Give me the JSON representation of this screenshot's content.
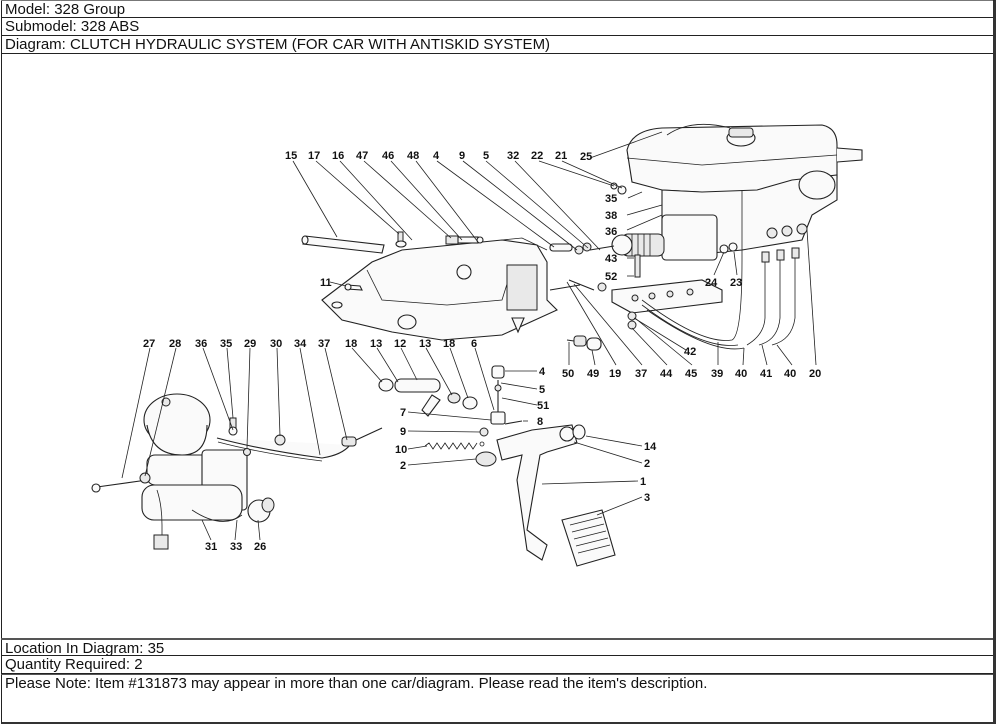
{
  "header": {
    "model": "Model: 328 Group",
    "submodel": "Submodel: 328 ABS",
    "diagram": "Diagram: CLUTCH HYDRAULIC SYSTEM (FOR CAR WITH ANTISKID SYSTEM)"
  },
  "diagram": {
    "title": "CLUTCH HYDRAULIC SYSTEM (FOR CAR WITH ANTISKID SYSTEM)",
    "callouts": [
      {
        "id": "c15a",
        "label": "15"
      },
      {
        "id": "c17",
        "label": "17"
      },
      {
        "id": "c16",
        "label": "16"
      },
      {
        "id": "c47",
        "label": "47"
      },
      {
        "id": "c46",
        "label": "46"
      },
      {
        "id": "c48",
        "label": "48"
      },
      {
        "id": "c4a",
        "label": "4"
      },
      {
        "id": "c9a",
        "label": "9"
      },
      {
        "id": "c5a",
        "label": "5"
      },
      {
        "id": "c32",
        "label": "32"
      },
      {
        "id": "c22",
        "label": "22"
      },
      {
        "id": "c21",
        "label": "21"
      },
      {
        "id": "c25",
        "label": "25"
      },
      {
        "id": "c35a",
        "label": "35"
      },
      {
        "id": "c38",
        "label": "38"
      },
      {
        "id": "c36a",
        "label": "36"
      },
      {
        "id": "c43",
        "label": "43"
      },
      {
        "id": "c52",
        "label": "52"
      },
      {
        "id": "c24",
        "label": "24"
      },
      {
        "id": "c23",
        "label": "23"
      },
      {
        "id": "c11",
        "label": "11"
      },
      {
        "id": "c42",
        "label": "42"
      },
      {
        "id": "c50",
        "label": "50"
      },
      {
        "id": "c49",
        "label": "49"
      },
      {
        "id": "c19",
        "label": "19"
      },
      {
        "id": "c37a",
        "label": "37"
      },
      {
        "id": "c44",
        "label": "44"
      },
      {
        "id": "c45",
        "label": "45"
      },
      {
        "id": "c39",
        "label": "39"
      },
      {
        "id": "c40a",
        "label": "40"
      },
      {
        "id": "c41",
        "label": "41"
      },
      {
        "id": "c40b",
        "label": "40"
      },
      {
        "id": "c20",
        "label": "20"
      },
      {
        "id": "c27",
        "label": "27"
      },
      {
        "id": "c28",
        "label": "28"
      },
      {
        "id": "c36b",
        "label": "36"
      },
      {
        "id": "c35b",
        "label": "35"
      },
      {
        "id": "c29",
        "label": "29"
      },
      {
        "id": "c30",
        "label": "30"
      },
      {
        "id": "c34",
        "label": "34"
      },
      {
        "id": "c37b",
        "label": "37"
      },
      {
        "id": "c18a",
        "label": "18"
      },
      {
        "id": "c13a",
        "label": "13"
      },
      {
        "id": "c12",
        "label": "12"
      },
      {
        "id": "c13b",
        "label": "13"
      },
      {
        "id": "c18b",
        "label": "18"
      },
      {
        "id": "c6",
        "label": "6"
      },
      {
        "id": "c4b",
        "label": "4"
      },
      {
        "id": "c5b",
        "label": "5"
      },
      {
        "id": "c51",
        "label": "51"
      },
      {
        "id": "c7",
        "label": "7"
      },
      {
        "id": "c8",
        "label": "8"
      },
      {
        "id": "c9b",
        "label": "9"
      },
      {
        "id": "c10",
        "label": "10"
      },
      {
        "id": "c2a",
        "label": "2"
      },
      {
        "id": "c14",
        "label": "14"
      },
      {
        "id": "c2b",
        "label": "2"
      },
      {
        "id": "c1",
        "label": "1"
      },
      {
        "id": "c3",
        "label": "3"
      },
      {
        "id": "c31",
        "label": "31"
      },
      {
        "id": "c33",
        "label": "33"
      },
      {
        "id": "c26",
        "label": "26"
      }
    ]
  },
  "footer": {
    "location": "Location In Diagram: 35",
    "quantity": "Quantity Required: 2",
    "note": "Please Note: Item #131873 may appear in more than one car/diagram. Please read the item's description."
  }
}
